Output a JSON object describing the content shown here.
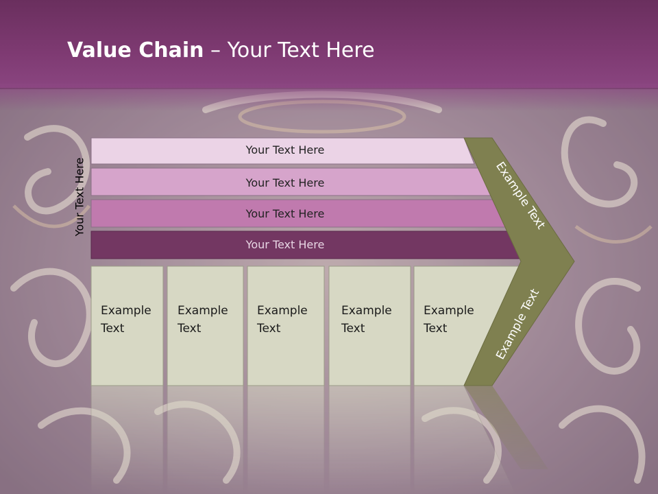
{
  "slide": {
    "title_bold": "Value Chain",
    "title_rest": " – Your Text Here",
    "side_label": "Your Text Here"
  },
  "bars": [
    {
      "label": "Your Text Here",
      "fill": "#ebd3e6"
    },
    {
      "label": "Your Text Here",
      "fill": "#d6a4cb"
    },
    {
      "label": "Your Text Here",
      "fill": "#c07aae"
    },
    {
      "label": "Your Text Here",
      "fill": "#733762"
    }
  ],
  "boxes": [
    {
      "line1": "Example",
      "line2": "Text"
    },
    {
      "line1": "Example",
      "line2": "Text"
    },
    {
      "line1": "Example",
      "line2": "Text"
    },
    {
      "line1": "Example",
      "line2": "Text"
    },
    {
      "line1": "Example",
      "line2": "Text"
    }
  ],
  "chevron": {
    "upper_text": "Example Text",
    "lower_text": "Example Text",
    "fill": "#7f8050"
  },
  "colors": {
    "header": "#7e3a72",
    "box_fill": "#d7d8c4",
    "bar_text_dark": "#222222",
    "bar_text_light": "#e8d6e4"
  }
}
